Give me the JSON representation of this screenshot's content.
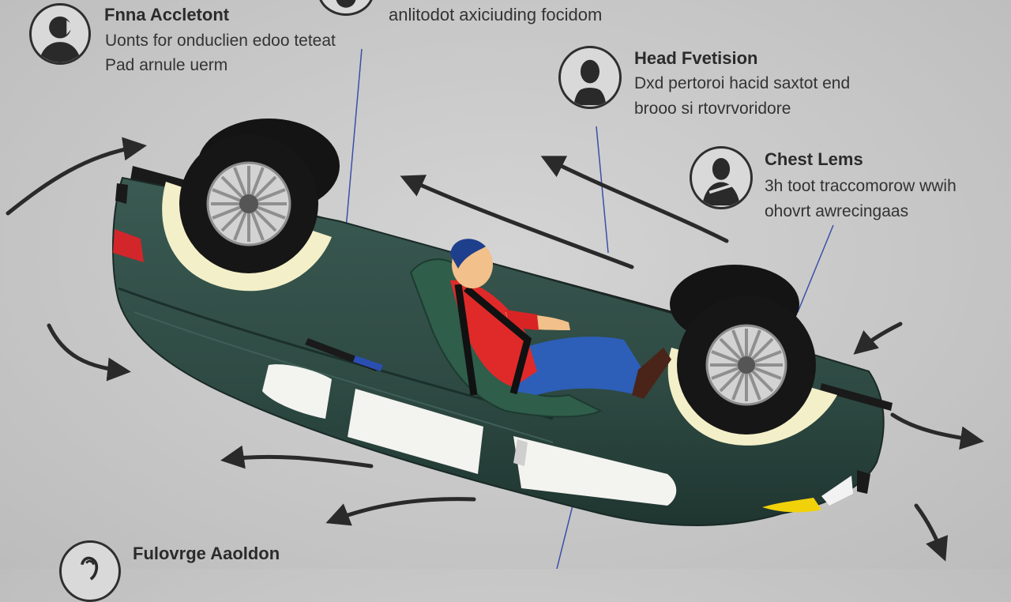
{
  "top_caption": "anlitodot axiciuding focidom",
  "callouts": {
    "front": {
      "title": "Fnna Accletont",
      "lines": [
        "Uonts for onduclien edoo teteat",
        "Pad arnule uerm"
      ],
      "icon": "driver-head-icon"
    },
    "head": {
      "title": "Head Fvetision",
      "lines": [
        "Dxd pertoroi hacid saxtot end",
        "brooo si rtovrvoridore"
      ],
      "icon": "head-impact-icon"
    },
    "chest": {
      "title": "Chest Lems",
      "lines": [
        "3h toot traccomorow wwih",
        "ohovrt awrecingaas"
      ],
      "icon": "chest-injury-icon"
    },
    "bottom": {
      "title": "Fulovrge Aaoldon",
      "icon": "hand-icon"
    }
  },
  "colors": {
    "car_body": "#2e4a43",
    "car_body_dark": "#1f3530",
    "tire": "#141414",
    "rim": "#cfcfcf",
    "fender": "#f3efc8",
    "window": "#f2f2ee",
    "shirt": "#e02a2a",
    "jeans": "#2d5fb8",
    "hair": "#1e3f8c",
    "skin": "#f2c08a",
    "seat": "#2f5e4b",
    "leader_line": "#3b4fa8",
    "arrow": "#2a2a2a"
  }
}
